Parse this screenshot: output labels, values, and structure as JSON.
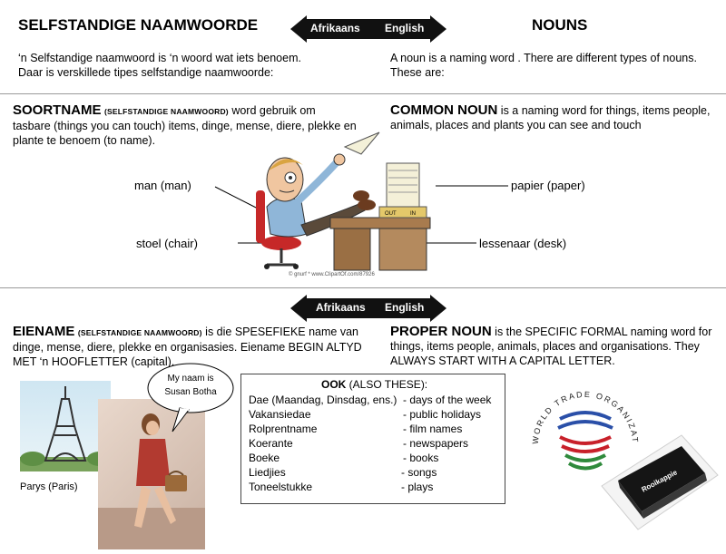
{
  "header": {
    "title_af": "SELFSTANDIGE NAAMWOORDE",
    "title_en": "NOUNS",
    "arrow_af": "Afrikaans",
    "arrow_en": "English"
  },
  "intro": {
    "af_line1": "‘n Selfstandige naamwoord is ‘n woord wat iets benoem.",
    "af_line2": "Daar is verskillede tipes selfstandige naamwoorde:",
    "en_line1": "A noun is a naming word .  There are  different types of nouns.",
    "en_line2": "These are:"
  },
  "common": {
    "af_heading": "SOORTNAME",
    "af_sub": "(SELFSTANDIGE NAAMWOORD)",
    "af_line1_rest": " word gebruik om",
    "af_line2": "tasbare (things you can touch) items, dinge, mense, diere, plekke en",
    "af_line3": "plante te benoem (to name).",
    "en_heading": "COMMON NOUN",
    "en_line1_rest": " is a naming word for things, items people,",
    "en_line2": "animals, places and plants you can see and touch"
  },
  "picture_labels": {
    "man": "man (man)",
    "chair": "stoel (chair)",
    "paper": "papier (paper)",
    "desk": "lessenaar (desk)",
    "credit": "© gnurf  *  www.ClipartOf.com/87926",
    "out": "OUT",
    "in": "IN"
  },
  "proper": {
    "af_heading": "EIENAME",
    "af_sub": "(SELFSTANDIGE NAAMWOORD)",
    "af_line1_rest": "  is die SPESEFIEKE  name van",
    "af_line2": "dinge, mense, diere, plekke en organisasies.  Eiename BEGIN ALTYD",
    "af_line3": "MET ‘n HOOFLETTER (capital).",
    "en_heading": "PROPER NOUN",
    "en_line1_rest": " is the SPECIFIC FORMAL naming word for",
    "en_line2": "things, items people, animals, places and organisations.  They",
    "en_line3": "ALWAYS START WITH A CAPITAL LETTER."
  },
  "bubble": {
    "line1": "My naam is",
    "line2": "Susan Botha"
  },
  "paris_label": "Parys (Paris)",
  "ook": {
    "heading": "OOK",
    "heading_rest": " (ALSO THESE):",
    "rows": [
      {
        "af": "Dae (Maandag, Dinsdag, ens.)",
        "en": "- days of the week"
      },
      {
        "af": "Vakansiedae",
        "en": "-  public holidays"
      },
      {
        "af": "Rolprentname",
        "en": "- film names"
      },
      {
        "af": "Koerante",
        "en": "- newspapers"
      },
      {
        "af": "Boeke",
        "en": "- books"
      },
      {
        "af": "Liedjies",
        "en": "- songs"
      },
      {
        "af": "Toneelstukke",
        "en": "- plays"
      }
    ]
  },
  "wto": {
    "text": "WORLD TRADE ORGANIZATION",
    "book_label": "Rooikappie"
  },
  "colors": {
    "arrow_fill": "#111111",
    "divider": "#9a9a9a",
    "wto_blue": "#2a4fa8",
    "wto_red": "#c8202a",
    "wto_green": "#2f8a3c"
  }
}
